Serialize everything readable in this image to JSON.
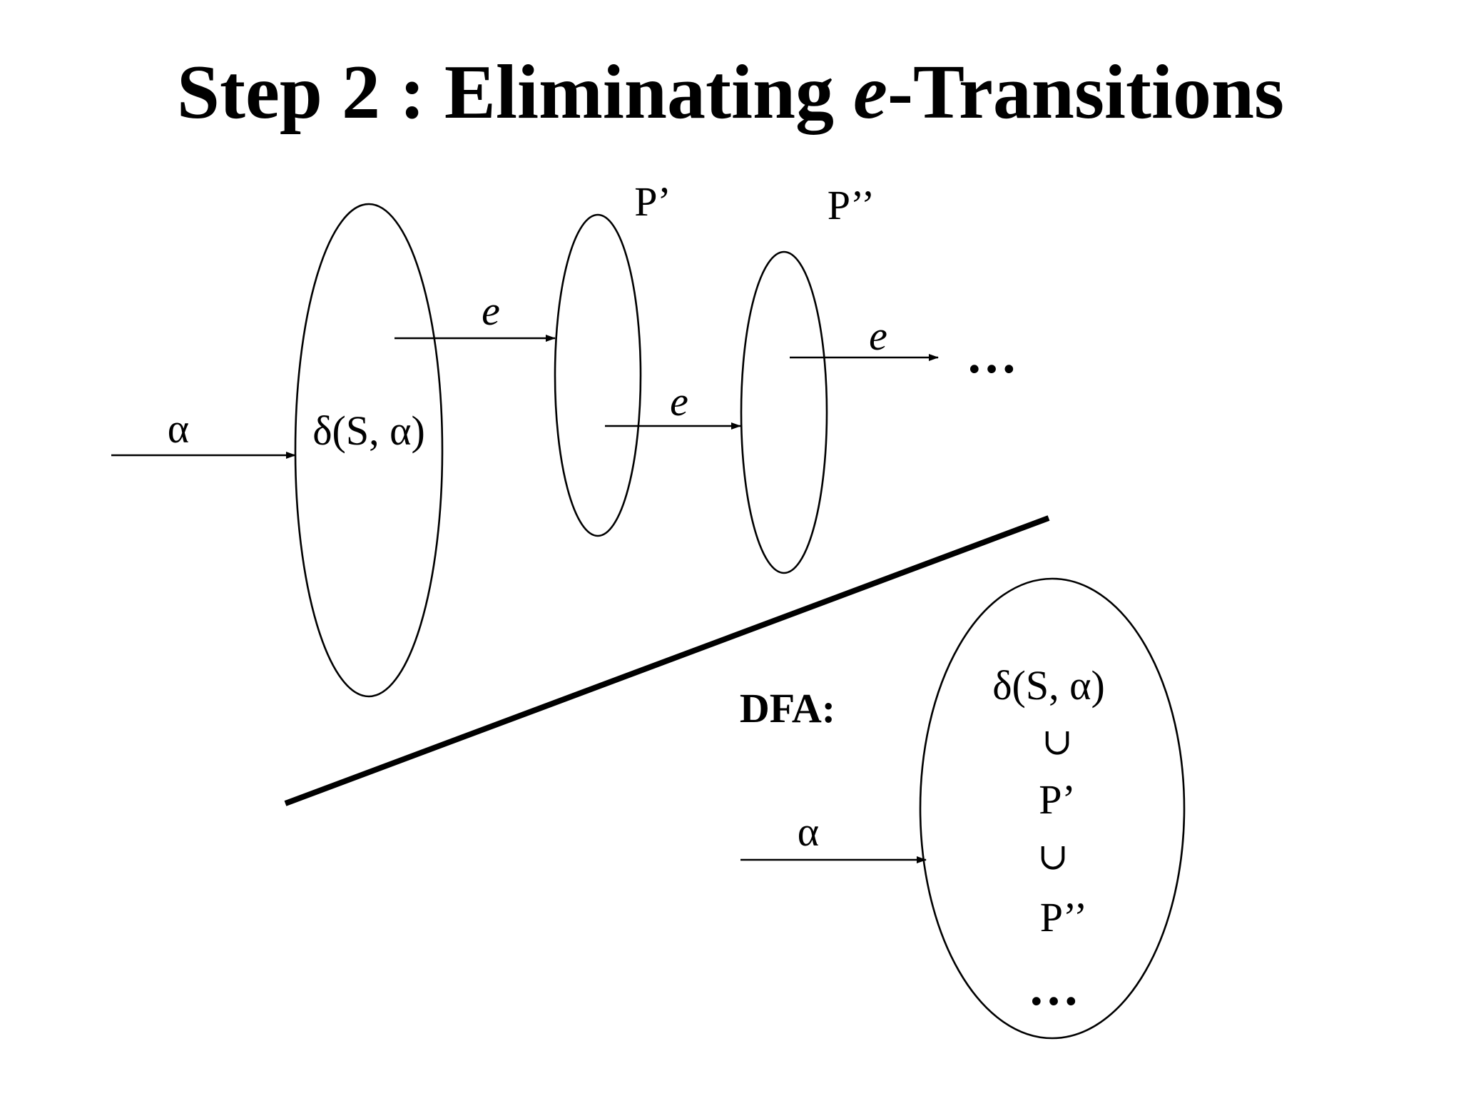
{
  "title": {
    "prefix": "Step 2 : Eliminating ",
    "italic": "e",
    "suffix": "-Transitions"
  },
  "nfa": {
    "input_label": "α",
    "start_set_label": "δ(S, α)",
    "p1_label": "P’",
    "p2_label": "P’’",
    "e_edge_1": "e",
    "e_edge_2": "e",
    "e_edge_3": "e",
    "ellipsis": "…"
  },
  "dfa": {
    "label": "DFA:",
    "input_label": "α",
    "state_lines": [
      "δ(S, α)",
      "∪",
      "P’",
      "∪",
      "P’’",
      "…"
    ]
  }
}
